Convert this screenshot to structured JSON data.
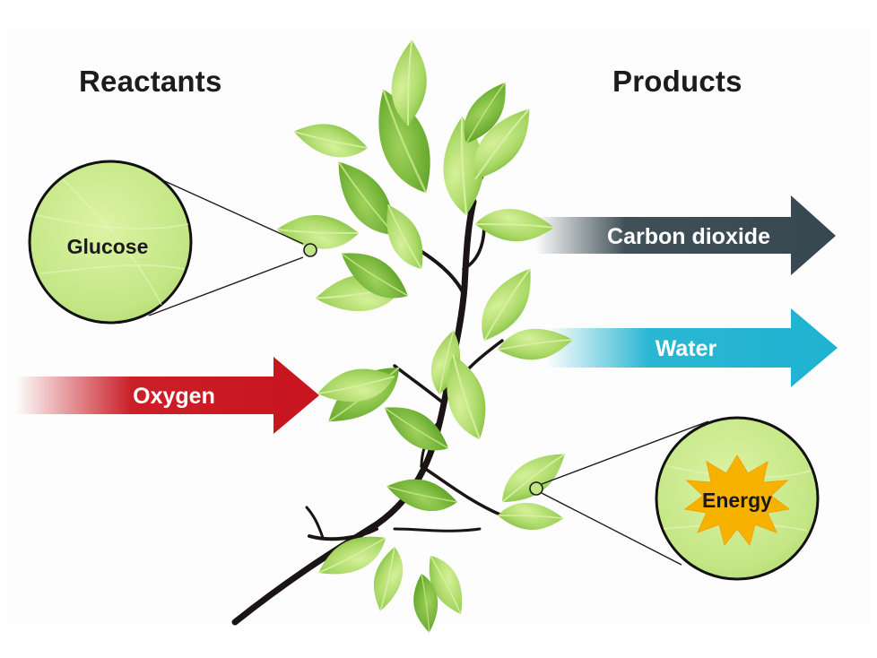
{
  "headings": {
    "reactants": "Reactants",
    "products": "Products"
  },
  "reactants": {
    "glucose": "Glucose",
    "oxygen": "Oxygen"
  },
  "products": {
    "carbon_dioxide": "Carbon dioxide",
    "water": "Water",
    "energy": "Energy"
  },
  "colors": {
    "oxygen_arrow": "#c8141e",
    "carbon_dioxide_arrow": "#37474f",
    "water_arrow": "#1fb3d1",
    "energy_burst": "#f7b200",
    "leaf_light": "#b9e27a",
    "leaf_dark": "#5ea22c",
    "branch": "#1a1414"
  }
}
